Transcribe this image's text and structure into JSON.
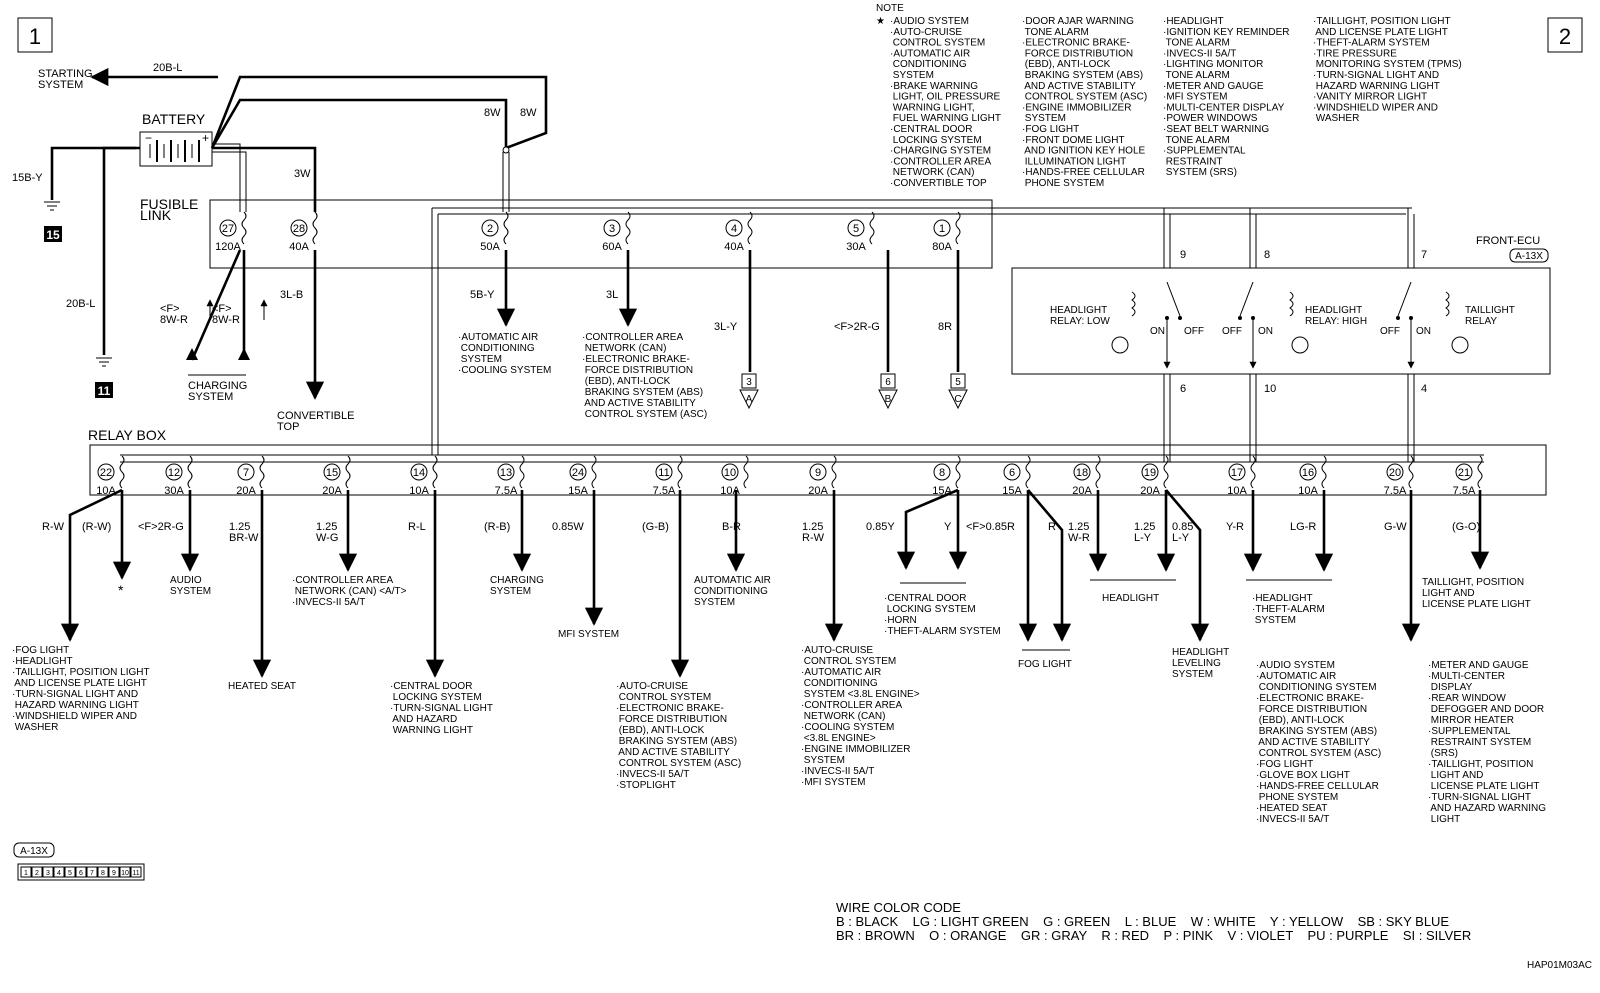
{
  "page_markers": {
    "left": "1",
    "right": "2"
  },
  "source_systems": {
    "starting": "STARTING\nSYSTEM",
    "starting_wire": "20B-L",
    "battery": "BATTERY",
    "ground_15_wire": "15B-Y",
    "ground_15_num": "15",
    "ground_11_wire": "20B-L",
    "ground_11_num": "11",
    "wire_8w_a": "8W",
    "wire_8w_b": "8W",
    "wire_3w": "3W"
  },
  "fusible_link": {
    "label": "FUSIBLE\nLINK",
    "fuses": [
      {
        "num": "27",
        "amp": "120A"
      },
      {
        "num": "28",
        "amp": "40A"
      },
      {
        "num": "2",
        "amp": "50A"
      },
      {
        "num": "3",
        "amp": "60A"
      },
      {
        "num": "4",
        "amp": "40A"
      },
      {
        "num": "5",
        "amp": "30A"
      },
      {
        "num": "1",
        "amp": "80A"
      }
    ],
    "outputs": {
      "f_8wr_a": "<F>\n8W-R",
      "f_8wr_b": "<F>\n8W-R",
      "charging": "CHARGING\nSYSTEM",
      "w_3lb": "3L-B",
      "convertible": "CONVERTIBLE\nTOP",
      "w_5by": "5B-Y",
      "dest_2": "·AUTOMATIC AIR\n CONDITIONING\n SYSTEM\n·COOLING SYSTEM",
      "w_3l": "3L",
      "dest_3": "·CONTROLLER AREA\n NETWORK (CAN)\n·ELECTRONIC BRAKE-\n FORCE DISTRIBUTION\n (EBD), ANTI-LOCK\n BRAKING SYSTEM (ABS)\n AND ACTIVE STABILITY\n CONTROL SYSTEM (ASC)",
      "w_3ly": "3L-Y",
      "conn_a_num": "3",
      "conn_a": "A",
      "w_f2rg": "<F>2R-G",
      "conn_b_num": "6",
      "conn_b": "B",
      "w_8r": "8R",
      "conn_c_num": "5",
      "conn_c": "C"
    }
  },
  "note": {
    "title": "NOTE",
    "star": "★",
    "col1": "·AUDIO SYSTEM\n·AUTO-CRUISE\n CONTROL SYSTEM\n·AUTOMATIC AIR\n CONDITIONING\n SYSTEM\n·BRAKE WARNING\n LIGHT, OIL PRESSURE\n WARNING LIGHT,\n FUEL WARNING LIGHT\n·CENTRAL DOOR\n LOCKING SYSTEM\n·CHARGING SYSTEM\n·CONTROLLER AREA\n NETWORK (CAN)\n·CONVERTIBLE TOP",
    "col2": "·DOOR AJAR WARNING\n TONE ALARM\n·ELECTRONIC BRAKE-\n FORCE DISTRIBUTION\n (EBD), ANTI-LOCK\n BRAKING SYSTEM (ABS)\n AND ACTIVE STABILITY\n CONTROL SYSTEM (ASC)\n·ENGINE IMMOBILIZER\n SYSTEM\n·FOG LIGHT\n·FRONT DOME LIGHT\n AND IGNITION KEY HOLE\n ILLUMINATION LIGHT\n·HANDS-FREE CELLULAR\n PHONE SYSTEM",
    "col3": "·HEADLIGHT\n·IGNITION KEY REMINDER\n TONE ALARM\n·INVECS-II 5A/T\n·LIGHTING MONITOR\n TONE ALARM\n·METER AND GAUGE\n·MFI SYSTEM\n·MULTI-CENTER DISPLAY\n·POWER WINDOWS\n·SEAT BELT WARNING\n TONE ALARM\n·SUPPLEMENTAL\n RESTRAINT\n SYSTEM (SRS)",
    "col4": "·TAILLIGHT, POSITION LIGHT\n AND LICENSE PLATE LIGHT\n·THEFT-ALARM SYSTEM\n·TIRE PRESSURE\n MONITORING SYSTEM (TPMS)\n·TURN-SIGNAL LIGHT AND\n HAZARD WARNING LIGHT\n·VANITY MIRROR LIGHT\n·WINDSHIELD WIPER AND\n WASHER"
  },
  "front_ecu": {
    "label": "FRONT-ECU",
    "connector": "A-13X",
    "pins_top": [
      "9",
      "8",
      "7"
    ],
    "pins_bottom": [
      "6",
      "10",
      "4"
    ],
    "relay_low": "HEADLIGHT\nRELAY: LOW",
    "relay_high": "HEADLIGHT\nRELAY: HIGH",
    "relay_tail": "TAILLIGHT\nRELAY",
    "on": "ON",
    "off": "OFF"
  },
  "relay_box": {
    "label": "RELAY BOX",
    "fuses": [
      {
        "num": "22",
        "amp": "10A"
      },
      {
        "num": "12",
        "amp": "30A"
      },
      {
        "num": "7",
        "amp": "20A"
      },
      {
        "num": "15",
        "amp": "20A"
      },
      {
        "num": "14",
        "amp": "10A"
      },
      {
        "num": "13",
        "amp": "7.5A"
      },
      {
        "num": "24",
        "amp": "15A"
      },
      {
        "num": "11",
        "amp": "7.5A"
      },
      {
        "num": "10",
        "amp": "10A"
      },
      {
        "num": "9",
        "amp": "20A"
      },
      {
        "num": "8",
        "amp": "15A"
      },
      {
        "num": "6",
        "amp": "15A"
      },
      {
        "num": "18",
        "amp": "20A"
      },
      {
        "num": "19",
        "amp": "20A"
      },
      {
        "num": "17",
        "amp": "10A"
      },
      {
        "num": "16",
        "amp": "10A"
      },
      {
        "num": "20",
        "amp": "7.5A"
      },
      {
        "num": "21",
        "amp": "7.5A"
      }
    ]
  },
  "relay_outputs": {
    "w_rw": "R-W",
    "w_rw_p": "(R-W)",
    "star": "*",
    "dest_22": "·FOG LIGHT\n·HEADLIGHT\n·TAILLIGHT, POSITION LIGHT\n AND LICENSE PLATE LIGHT\n·TURN-SIGNAL LIGHT AND\n HAZARD WARNING LIGHT\n·WINDSHIELD WIPER AND\n WASHER",
    "w_f2rg": "<F>2R-G",
    "dest_12": "AUDIO\nSYSTEM",
    "w_125brw": "1.25\nBR-W",
    "dest_7": "HEATED SEAT",
    "w_125wg": "1.25\nW-G",
    "dest_15": "·CONTROLLER AREA\n NETWORK (CAN) <A/T>\n·INVECS-II 5A/T",
    "w_rl": "R-L",
    "dest_14": "·CENTRAL DOOR\n LOCKING SYSTEM\n·TURN-SIGNAL LIGHT\n AND HAZARD\n WARNING LIGHT",
    "w_rb": "(R-B)",
    "dest_13": "CHARGING\nSYSTEM",
    "w_085w": "0.85W",
    "dest_24": "MFI SYSTEM",
    "w_gb": "(G-B)",
    "dest_11": "·AUTO-CRUISE\n CONTROL SYSTEM\n·ELECTRONIC BRAKE-\n FORCE DISTRIBUTION\n (EBD), ANTI-LOCK\n BRAKING SYSTEM (ABS)\n AND ACTIVE STABILITY\n CONTROL SYSTEM (ASC)\n·INVECS-II 5A/T\n·STOPLIGHT",
    "w_br": "B-R",
    "dest_10": "AUTOMATIC AIR\nCONDITIONING\nSYSTEM",
    "w_125rw": "1.25\nR-W",
    "dest_9": "·AUTO-CRUISE\n CONTROL SYSTEM\n·AUTOMATIC AIR\n CONDITIONING\n SYSTEM <3.8L ENGINE>\n·CONTROLLER AREA\n NETWORK (CAN)\n·COOLING SYSTEM\n <3.8L ENGINE>\n·ENGINE IMMOBILIZER\n SYSTEM\n·INVECS-II 5A/T\n·MFI SYSTEM",
    "w_085y": "0.85Y",
    "w_y": "Y",
    "dest_8": "·CENTRAL DOOR\n LOCKING SYSTEM\n·HORN\n·THEFT-ALARM SYSTEM",
    "w_f085r": "<F>0.85R",
    "w_r": "R",
    "dest_6": "FOG LIGHT",
    "w_125wr": "1.25\nW-R",
    "w_125ly": "1.25\nL-Y",
    "dest_18_19": "HEADLIGHT",
    "w_085ly": "0.85\nL-Y",
    "dest_19b": "HEADLIGHT\nLEVELING\nSYSTEM",
    "w_yr": "Y-R",
    "w_lgr": "LG-R",
    "dest_17_16": "·HEADLIGHT\n·THEFT-ALARM\n SYSTEM",
    "w_gw": "G-W",
    "dest_20a": "·AUDIO SYSTEM\n·AUTOMATIC AIR\n CONDITIONING SYSTEM\n·ELECTRONIC BRAKE-\n FORCE DISTRIBUTION\n (EBD), ANTI-LOCK\n BRAKING SYSTEM (ABS)\n AND ACTIVE STABILITY\n CONTROL SYSTEM (ASC)\n·FOG LIGHT\n·GLOVE BOX LIGHT\n·HANDS-FREE CELLULAR\n PHONE SYSTEM\n·HEATED SEAT\n·INVECS-II 5A/T",
    "dest_20b": "·METER AND GAUGE\n·MULTI-CENTER\n DISPLAY\n·REAR WINDOW\n DEFOGGER AND DOOR\n MIRROR HEATER\n·SUPPLEMENTAL\n RESTRAINT SYSTEM\n (SRS)\n·TAILLIGHT, POSITION\n LIGHT AND\n LICENSE PLATE LIGHT\n·TURN-SIGNAL LIGHT\n AND HAZARD WARNING\n LIGHT",
    "w_go": "(G-O)",
    "dest_21": "TAILLIGHT, POSITION\nLIGHT AND\nLICENSE PLATE LIGHT"
  },
  "connector_legend": {
    "name": "A-13X",
    "pins": [
      "1",
      "2",
      "3",
      "4",
      "5",
      "6",
      "7",
      "8",
      "9",
      "10",
      "11"
    ]
  },
  "wire_color_code": {
    "title": "WIRE COLOR CODE",
    "line1": "B : BLACK    LG : LIGHT GREEN    G : GREEN    L : BLUE    W : WHITE    Y : YELLOW    SB : SKY BLUE",
    "line2": "BR : BROWN    O : ORANGE    GR : GRAY    R : RED    P : PINK    V : VIOLET    PU : PURPLE    SI : SILVER"
  },
  "figure_code": "HAP01M03AC"
}
